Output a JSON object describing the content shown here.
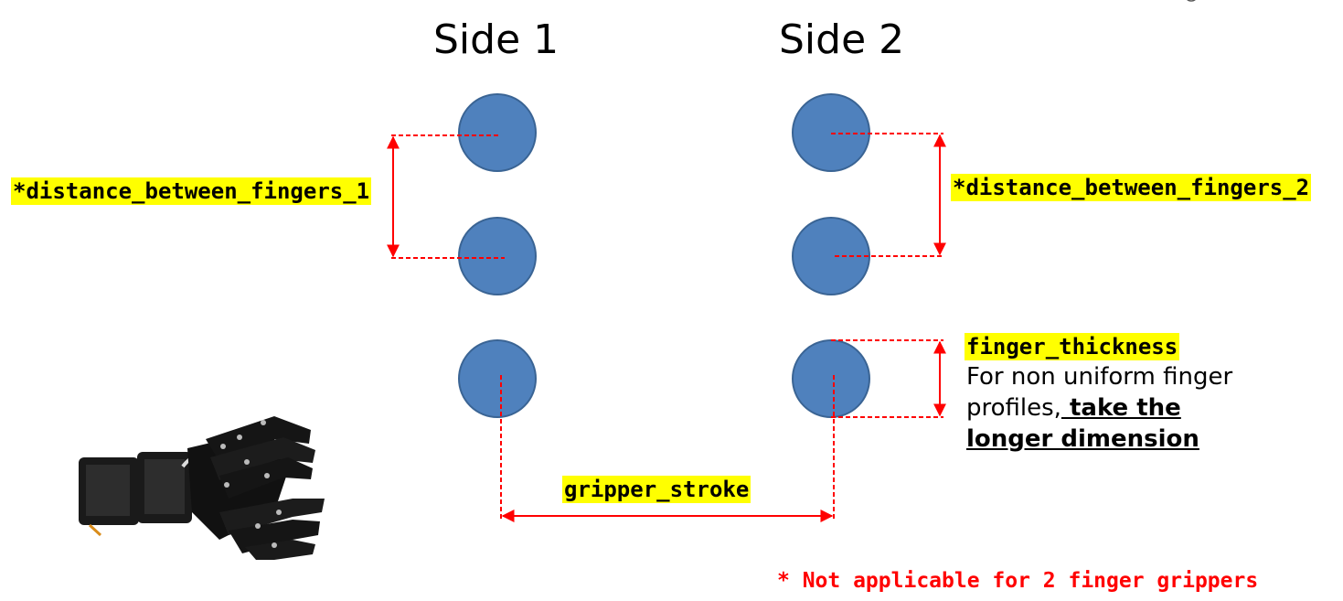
{
  "titles": {
    "side1": "Side 1",
    "side2": "Side 2"
  },
  "labels": {
    "distance1": "*distance_between_fingers_1",
    "distance2": "*distance_between_fingers_2",
    "finger_thickness": "finger_thickness",
    "gripper_stroke": "gripper_stroke"
  },
  "note": {
    "text": "For non uniform finger profiles,",
    "emphasis": " take the longer dimension"
  },
  "footnote": "* Not applicable for 2 finger grippers",
  "colors": {
    "finger": "#4f81bd",
    "finger_outline": "#3a6494",
    "dimension": "#ff0000",
    "highlight": "#ffff00"
  },
  "icons": {
    "gripper": "robotic-gripper-image",
    "logo": "logo-icon"
  }
}
